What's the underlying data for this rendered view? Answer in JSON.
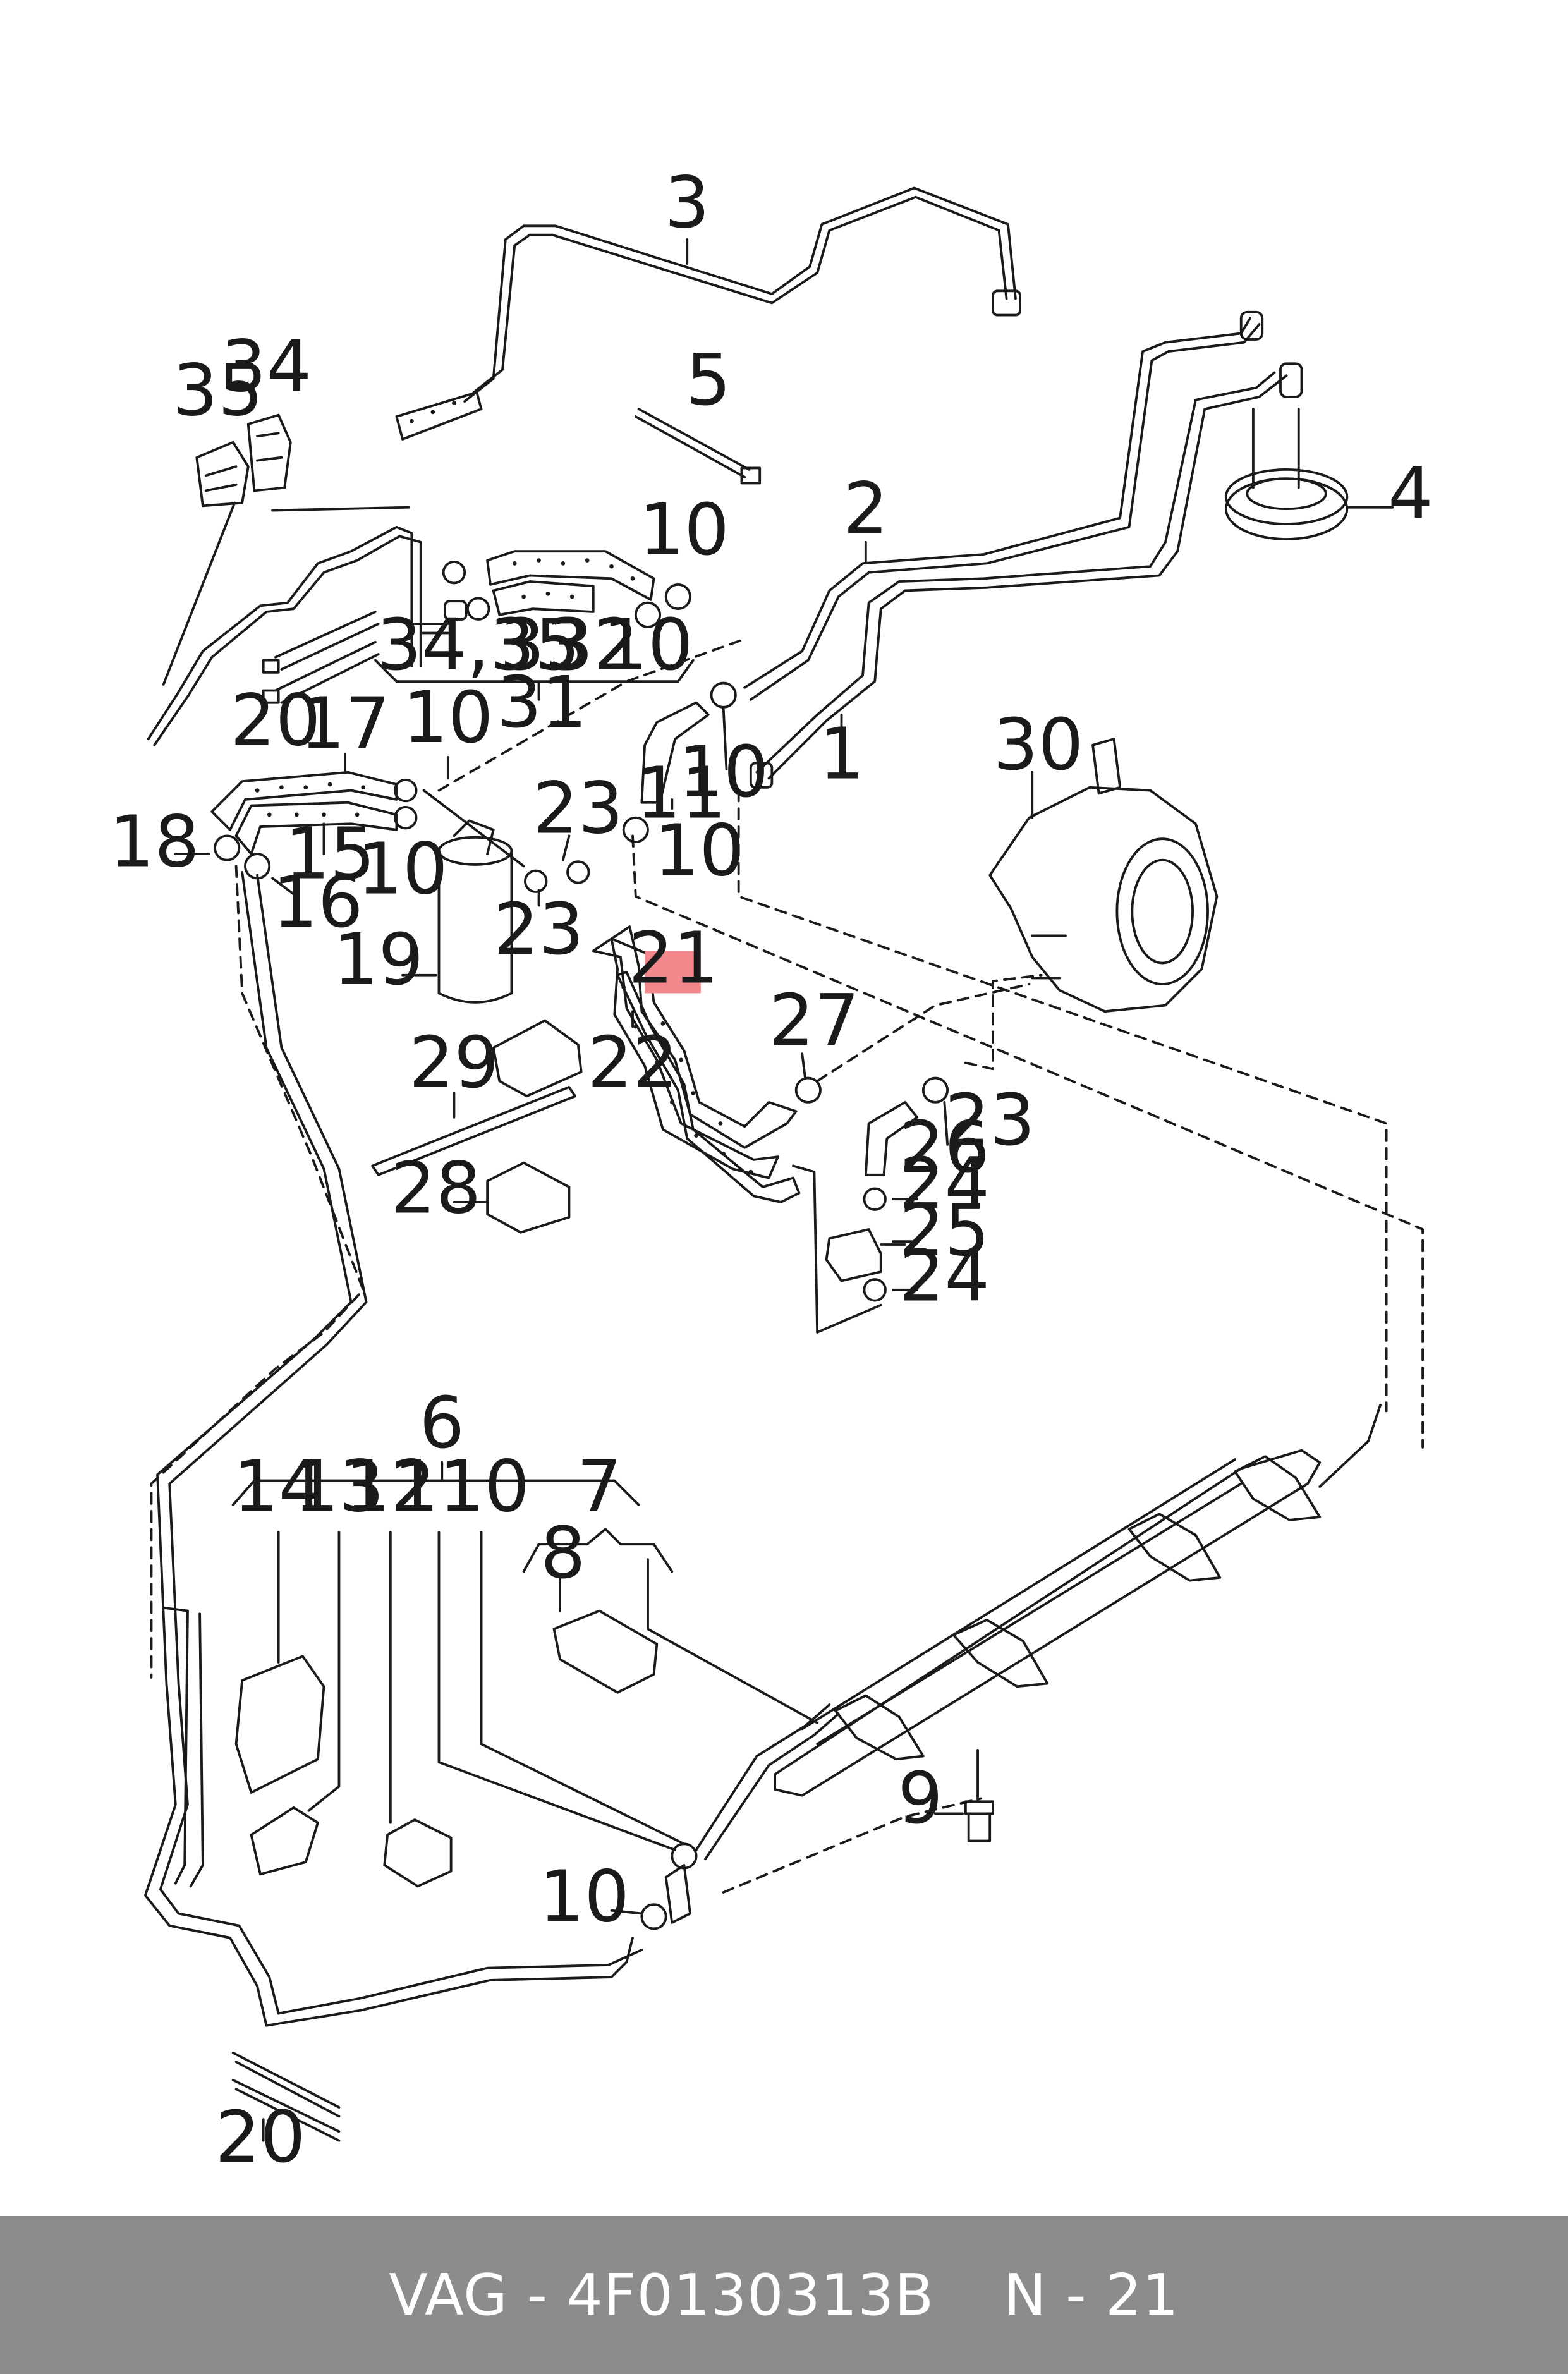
{
  "colors": {
    "line": "#1a1a1a",
    "highlight": "#f2888c",
    "footer_bg": "#8c8c8c",
    "footer_text": "#ffffff"
  },
  "highlighted_part": "21",
  "callouts": {
    "c1": "1",
    "c2": "2",
    "c3": "3",
    "c4": "4",
    "c5": "5",
    "c6": "6",
    "c7": "7",
    "c8": "8",
    "c9": "9",
    "c10a": "10",
    "c10b": "10",
    "c10c": "10",
    "c10d": "10",
    "c10e": "10",
    "c10f": "10",
    "c10g": "10",
    "c10h": "10",
    "c11a": "11",
    "c11b": "11",
    "c12": "12",
    "c13": "13",
    "c14": "14",
    "c15": "15",
    "c16": "16",
    "c17": "17",
    "c18": "18",
    "c19": "19",
    "c20a": "20",
    "c20b": "20",
    "c21": "21",
    "c22": "22",
    "c23a": "23",
    "c23b": "23",
    "c23c": "23",
    "c24a": "24",
    "c24b": "24",
    "c25": "25",
    "c26": "26",
    "c27": "27",
    "c28": "28",
    "c29": "29",
    "c30": "30",
    "c31": "31",
    "c32": "32",
    "c33": "33",
    "c34a": "34",
    "c34_35": "34,35",
    "c35": "35"
  },
  "footer": {
    "part_number": "VAG - 4F0130313B",
    "position": "N - 21"
  }
}
